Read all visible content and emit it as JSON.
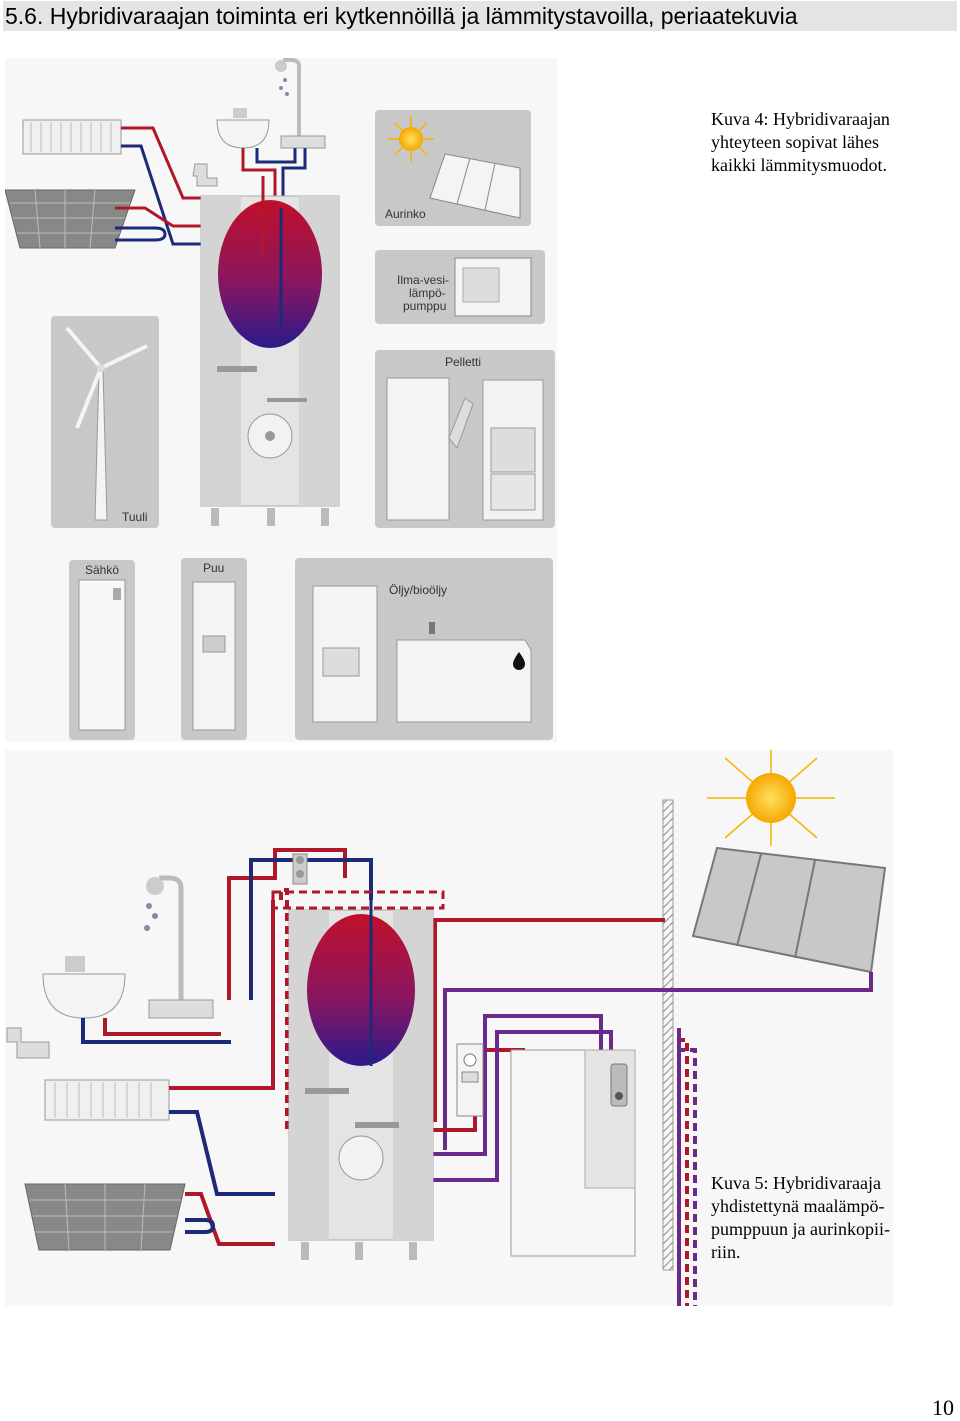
{
  "section_heading": "5.6. Hybridivaraajan toiminta eri kytkennöillä ja lämmitystavoilla, periaatekuvia",
  "figure4": {
    "caption_lines": [
      "Kuva 4: Hybridivaraajan",
      "yhteyteen sopivat lähes",
      "kaikki lämmitysmuodot."
    ],
    "labels": {
      "solar": "Aurinko",
      "heat_pump_1": "Ilma-vesi-",
      "heat_pump_2": "lämpö-",
      "heat_pump_3": "pumppu",
      "pellet": "Pelletti",
      "wind": "Tuuli",
      "electric": "Sähkö",
      "wood": "Puu",
      "oil": "Öljy/bioöljy"
    }
  },
  "figure5": {
    "caption_lines": [
      "Kuva 5: Hybridivaraaja",
      "yhdistettynä maalämpö-",
      "pumppuun ja aurinkopii-",
      "riin."
    ]
  },
  "page_number": "10",
  "colors": {
    "hot_pipe": "#b0182a",
    "cold_pipe": "#1c2a78",
    "ground_pipe": "#6a2a8a",
    "panel_grey": "#c8c8c8"
  }
}
